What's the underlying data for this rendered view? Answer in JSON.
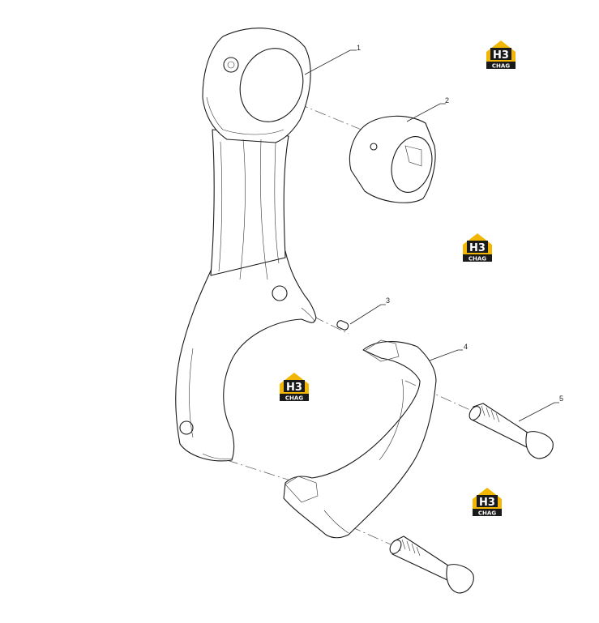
{
  "callouts": [
    "1",
    "2",
    "3",
    "4",
    "5"
  ],
  "watermark": {
    "letters": "H3",
    "subtitle": "CHAG",
    "colors": {
      "yellow": "#f2b705",
      "dark": "#1a1a1a",
      "white": "#ffffff"
    }
  },
  "colors": {
    "line": "#1a1a1a",
    "background": "#ffffff"
  }
}
